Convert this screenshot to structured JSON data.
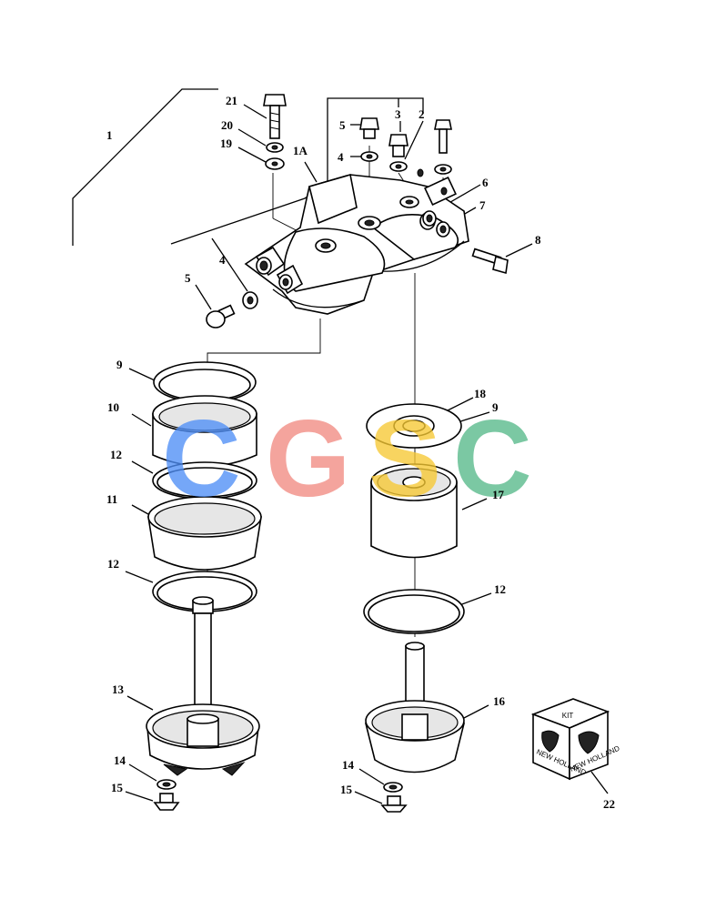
{
  "callouts": [
    {
      "id": "c1",
      "text": "1"
    },
    {
      "id": "c1a",
      "text": "1A"
    },
    {
      "id": "c2",
      "text": "2"
    },
    {
      "id": "c3",
      "text": "3"
    },
    {
      "id": "c4a",
      "text": "4"
    },
    {
      "id": "c4b",
      "text": "4"
    },
    {
      "id": "c5a",
      "text": "5"
    },
    {
      "id": "c5b",
      "text": "5"
    },
    {
      "id": "c6",
      "text": "6"
    },
    {
      "id": "c7",
      "text": "7"
    },
    {
      "id": "c8",
      "text": "8"
    },
    {
      "id": "c9a",
      "text": "9"
    },
    {
      "id": "c9b",
      "text": "9"
    },
    {
      "id": "c10",
      "text": "10"
    },
    {
      "id": "c11",
      "text": "11"
    },
    {
      "id": "c12a",
      "text": "12"
    },
    {
      "id": "c12b",
      "text": "12"
    },
    {
      "id": "c12c",
      "text": "12"
    },
    {
      "id": "c13",
      "text": "13"
    },
    {
      "id": "c14a",
      "text": "14"
    },
    {
      "id": "c14b",
      "text": "14"
    },
    {
      "id": "c15a",
      "text": "15"
    },
    {
      "id": "c15b",
      "text": "15"
    },
    {
      "id": "c16",
      "text": "16"
    },
    {
      "id": "c17",
      "text": "17"
    },
    {
      "id": "c18",
      "text": "18"
    },
    {
      "id": "c19",
      "text": "19"
    },
    {
      "id": "c20",
      "text": "20"
    },
    {
      "id": "c21",
      "text": "21"
    },
    {
      "id": "c22",
      "text": "22"
    }
  ],
  "kit_box": {
    "label": "KIT",
    "brand": "NEW HOLLAND"
  },
  "watermark": {
    "letters": [
      "C",
      "G",
      "S",
      "C"
    ],
    "colors": [
      "#4f8ff7",
      "#f28b82",
      "#f7c934",
      "#57b98a"
    ]
  }
}
